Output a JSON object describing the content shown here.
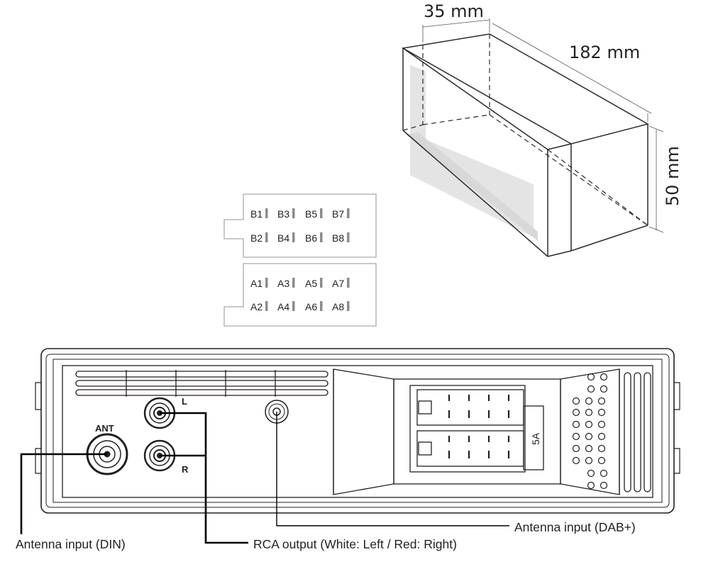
{
  "dimensions": {
    "depth": "35 mm",
    "length": "182 mm",
    "height": "50 mm"
  },
  "connectors": {
    "block_b": [
      "B1",
      "B3",
      "B5",
      "B7",
      "B2",
      "B4",
      "B6",
      "B8"
    ],
    "block_a": [
      "A1",
      "A3",
      "A5",
      "A7",
      "A2",
      "A4",
      "A6",
      "A8"
    ]
  },
  "rear_panel": {
    "ant_label": "ANT",
    "left_label": "L",
    "right_label": "R",
    "fuse_label": "5A"
  },
  "callouts": {
    "antenna_din": "Antenna input (DIN)",
    "rca_output": "RCA output (White: Left / Red: Right)",
    "antenna_dab": "Antenna input (DAB+)"
  }
}
